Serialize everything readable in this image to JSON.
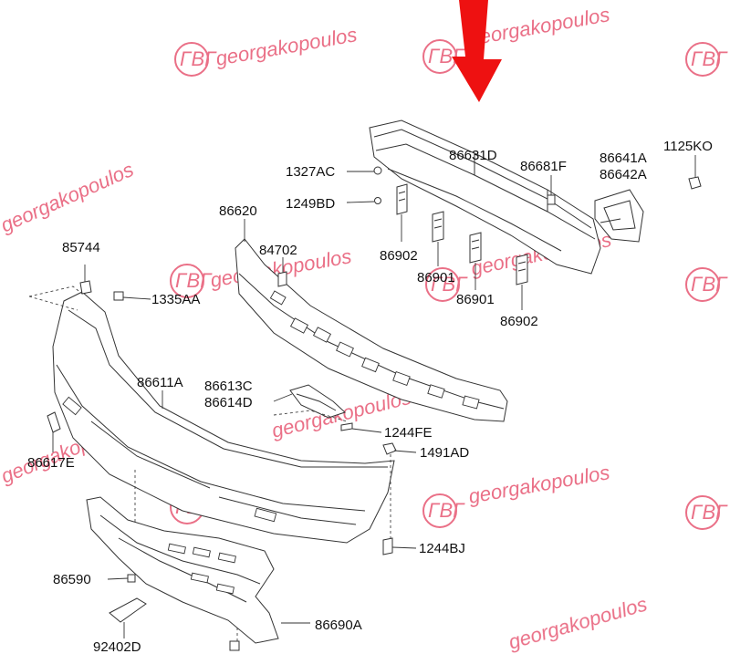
{
  "watermark": {
    "text_1": "georgakopoulos",
    "text_2": "georgakopoulos",
    "text_3": "georgakopoulos",
    "text_4": "georgakopoulos",
    "text_5": "georgakopoulos",
    "text_6": "georgakopoulos",
    "text_7": "georgakopoulos",
    "text_8": "georgakopoulos",
    "text_9": "georgakopoulos",
    "logo_letters": "ΓΒΓ",
    "color": "#e8607a"
  },
  "arrow_color": "#ee1111",
  "labels": {
    "p86631D": "86631D",
    "p86681F": "86681F",
    "p86641A": "86641A",
    "p86642A": "86642A",
    "p1125KO": "1125KO",
    "p1327AC": "1327AC",
    "p1249BD": "1249BD",
    "p86620": "86620",
    "p84702": "84702",
    "p85744": "85744",
    "p1335AA": "1335AA",
    "p86902a": "86902",
    "p86901a": "86901",
    "p86901b": "86901",
    "p86902b": "86902",
    "p86611A": "86611A",
    "p86613C": "86613C",
    "p86614D": "86614D",
    "p1244FE": "1244FE",
    "p1491AD": "1491AD",
    "p86617E": "86617E",
    "p1244BJ": "1244BJ",
    "p86590": "86590",
    "p86690A": "86690A",
    "p92402D": "92402D"
  }
}
